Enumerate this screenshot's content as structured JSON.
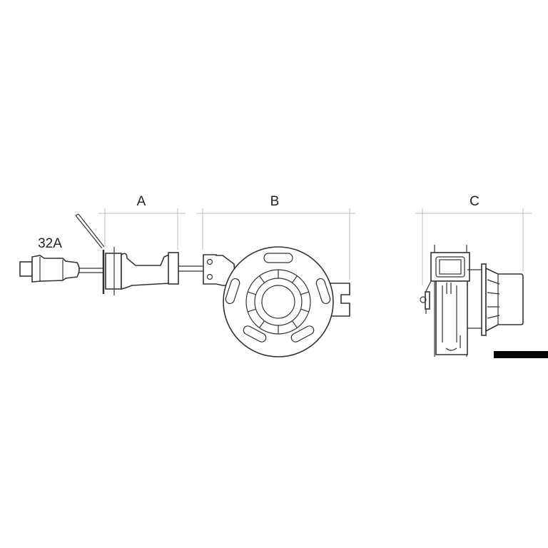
{
  "labels": {
    "rating": "32A",
    "dim_a": "A",
    "dim_b": "B",
    "dim_c": "C"
  },
  "colors": {
    "line": "#333333",
    "dimension": "#bbbbbb",
    "bar": "#000000"
  }
}
